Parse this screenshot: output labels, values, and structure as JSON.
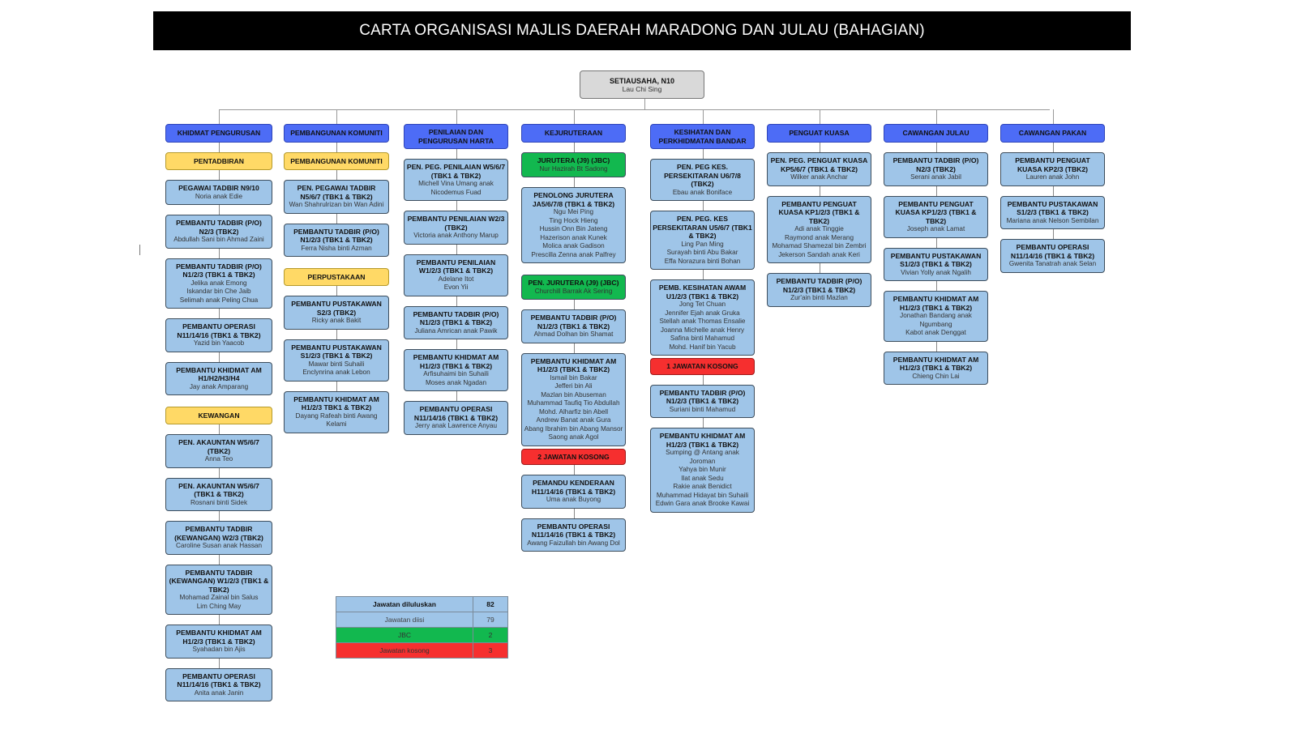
{
  "title": "CARTA ORGANISASI MAJLIS DAERAH MARADONG DAN JULAU (BAHAGIAN)",
  "root": {
    "title": "SETIAUSAHA, N10",
    "name": "Lau Chi Sing"
  },
  "colors": {
    "header": "#4d6cf6",
    "unit": "#ffd966",
    "position": "#9fc5e8",
    "jbc": "#12b84f",
    "vacant": "#f62f2f",
    "root": "#d9d9d9"
  },
  "columns": [
    {
      "header": "KHIDMAT PENGURUSAN",
      "items": [
        {
          "type": "unit",
          "title": "PENTADBIRAN",
          "names": []
        },
        {
          "type": "pos",
          "title": "PEGAWAI TADBIR N9/10",
          "names": [
            "Noria anak Edie"
          ]
        },
        {
          "type": "pos",
          "title": "PEMBANTU TADBIR (P/O) N2/3 (TBK2)",
          "names": [
            "Abdullah Sani bin Ahmad Zaini"
          ]
        },
        {
          "type": "pos",
          "title": "PEMBANTU TADBIR (P/O) N1/2/3 (TBK1 & TBK2)",
          "names": [
            "Jelika anak Emong",
            "Iskandar bin Che Jaib",
            "Selimah anak Peling Chua"
          ]
        },
        {
          "type": "pos",
          "title": "PEMBANTU OPERASI N11/14/16 (TBK1 & TBK2)",
          "names": [
            "Yazid bin Yaacob"
          ]
        },
        {
          "type": "pos",
          "title": "PEMBANTU KHIDMAT AM H1/H2/H3/H4",
          "names": [
            "Jay anak Amparang"
          ]
        },
        {
          "type": "unit",
          "title": "KEWANGAN",
          "names": [],
          "nolink": true
        },
        {
          "type": "pos",
          "title": "PEN. AKAUNTAN W5/6/7 (TBK2)",
          "names": [
            "Anna Teo"
          ]
        },
        {
          "type": "pos",
          "title": "PEN. AKAUNTAN W5/6/7 (TBK1 & TBK2)",
          "names": [
            "Rosnani binti Sidek"
          ]
        },
        {
          "type": "pos",
          "title": "PEMBANTU TADBIR (KEWANGAN) W2/3 (TBK2)",
          "names": [
            "Caroline Susan anak Hassan"
          ]
        },
        {
          "type": "pos",
          "title": "PEMBANTU TADBIR (KEWANGAN) W1/2/3 (TBK1 & TBK2)",
          "names": [
            "Mohamad Zainal bin Salus",
            "Lim Ching May"
          ]
        },
        {
          "type": "pos",
          "title": "PEMBANTU KHIDMAT AM H1/2/3 (TBK1 & TBK2)",
          "names": [
            "Syahadan bin Ajis"
          ]
        },
        {
          "type": "pos",
          "title": "PEMBANTU OPERASI N11/14/16 (TBK1 & TBK2)",
          "names": [
            "Anita anak Janin"
          ]
        }
      ]
    },
    {
      "header": "PEMBANGUNAN KOMUNITI",
      "items": [
        {
          "type": "unit",
          "title": "PEMBANGUNAN KOMUNITI",
          "names": []
        },
        {
          "type": "pos",
          "title": "PEN. PEGAWAI TADBIR N5/6/7 (TBK1 & TBK2)",
          "names": [
            "Wan Shahrulrizan bin Wan Adini"
          ]
        },
        {
          "type": "pos",
          "title": "PEMBANTU TADBIR (P/O) N1/2/3 (TBK1 & TBK2)",
          "names": [
            "Ferra Nisha binti Azman"
          ]
        },
        {
          "type": "unit",
          "title": "PERPUSTAKAAN",
          "names": [],
          "nolink": true
        },
        {
          "type": "pos",
          "title": "PEMBANTU PUSTAKAWAN S2/3 (TBK2)",
          "names": [
            "Ricky anak Bakit"
          ]
        },
        {
          "type": "pos",
          "title": "PEMBANTU PUSTAKAWAN S1/2/3 (TBK1 & TBK2)",
          "names": [
            "Mawar binti Suhaili",
            "Enclynrina anak Lebon"
          ]
        },
        {
          "type": "pos",
          "title": "PEMBANTU KHIDMAT AM H1/2/3 TBK1 & TBK2)",
          "names": [
            "Dayang Rafeah binti Awang Kelami"
          ]
        }
      ]
    },
    {
      "header": "PENILAIAN DAN PENGURUSAN HARTA",
      "items": [
        {
          "type": "pos",
          "title": "PEN. PEG. PENILAIAN W5/6/7 (TBK1 & TBK2)",
          "names": [
            "Michell Vina Umang anak Nicodemus Fuad"
          ]
        },
        {
          "type": "pos",
          "title": "PEMBANTU PENILAIAN W2/3 (TBK2)",
          "names": [
            "Victoria anak Anthony Marup"
          ]
        },
        {
          "type": "pos",
          "title": "PEMBANTU PENILAIAN W1/2/3 (TBK1 & TBK2)",
          "names": [
            "Adelane Itot",
            "Evon Yii"
          ]
        },
        {
          "type": "pos",
          "title": "PEMBANTU TADBIR (P/O) N1/2/3 (TBK1 & TBK2)",
          "names": [
            "Juliana Amrican anak Pawik"
          ]
        },
        {
          "type": "pos",
          "title": "PEMBANTU KHIDMAT AM H1/2/3 (TBK1 & TBK2)",
          "names": [
            "Arfisuhaimi bin Suhaili",
            "Moses anak Ngadan"
          ]
        },
        {
          "type": "pos",
          "title": "PEMBANTU OPERASI N11/14/16 (TBK1 & TBK2)",
          "names": [
            "Jerry anak Lawrence Anyau"
          ]
        }
      ]
    },
    {
      "header": "KEJURUTERAAN",
      "items": [
        {
          "type": "jbc",
          "title": "JURUTERA (J9) (JBC)",
          "names": [
            "Nur Hazirah Bt Sadong"
          ]
        },
        {
          "type": "pos",
          "title": "PENOLONG JURUTERA JA5/6/7/8 (TBK1 & TBK2)",
          "names": [
            "Ngu Mei Ping",
            "Ting Hock Hieng",
            "Hussin Onn Bin Jateng",
            "Hazerison anak Kunek",
            "Molica anak Gadison",
            "Prescilla Zenna anak Palfrey"
          ]
        },
        {
          "type": "jbc",
          "title": "PEN. JURUTERA (J9) (JBC)",
          "names": [
            "Churchill Barrak Ak Sering"
          ],
          "nolink": true
        },
        {
          "type": "pos",
          "title": "PEMBANTU TADBIR (P/O) N1/2/3 (TBK1 & TBK2)",
          "names": [
            "Ahmad Dolhan bin Shamat"
          ]
        },
        {
          "type": "pos",
          "title": "PEMBANTU KHIDMAT AM H1/2/3 (TBK1 & TBK2)",
          "names": [
            "Ismail bin Bakar",
            "Jefferi bin Ali",
            "Mazlan bin Abuseman",
            "Muhammad Taufiq Tio Abdullah",
            "Mohd. Alharfiz bin Abell",
            "Andrew Banat anak Gura",
            "Abang Ibrahim bin Abang Mansor",
            "Saong anak Agol"
          ]
        },
        {
          "type": "vacant",
          "title": "2 JAWATAN KOSONG",
          "names": [],
          "tight": true
        },
        {
          "type": "pos",
          "title": "PEMANDU KENDERAAN H11/14/16 (TBK1 & TBK2)",
          "names": [
            "Uma anak Buyong"
          ]
        },
        {
          "type": "pos",
          "title": "PEMBANTU OPERASI N11/14/16 (TBK1 & TBK2)",
          "names": [
            "Awang Faizullah bin Awang Dol"
          ]
        }
      ]
    },
    {
      "header": "KESIHATAN DAN PERKHIDMATAN BANDAR",
      "items": [
        {
          "type": "pos",
          "title": "PEN. PEG KES. PERSEKITARAN U6/7/8 (TBK2)",
          "names": [
            "Ebau anak Boniface"
          ]
        },
        {
          "type": "pos",
          "title": "PEN. PEG. KES PERSEKITARAN U5/6/7 (TBK1 & TBK2)",
          "names": [
            "Ling Pan Ming",
            "Surayah binti Abu Bakar",
            "Effa Norazura binti Bohan"
          ]
        },
        {
          "type": "pos",
          "title": "PEMB. KESIHATAN AWAM U1/2/3 (TBK1 & TBK2)",
          "names": [
            "Jong Tet Chuan",
            "Jennifer Ejah anak Gruka",
            "Stellah anak Thomas Ensalie",
            "Joanna Michelle anak Henry",
            "Safina binti Mahamud",
            "Mohd. Hanif bin Yacub"
          ]
        },
        {
          "type": "vacant",
          "title": "1 JAWATAN KOSONG",
          "names": [],
          "tight": true
        },
        {
          "type": "pos",
          "title": "PEMBANTU TADBIR (P/O) N1/2/3 (TBK1 & TBK2)",
          "names": [
            "Suriani binti Mahamud"
          ]
        },
        {
          "type": "pos",
          "title": "PEMBANTU KHIDMAT AM H1/2/3 (TBK1 & TBK2)",
          "names": [
            "Sumping @ Antang anak Joroman",
            "Yahya bin Munir",
            "Ilat anak Sedu",
            "Rakie anak Benidict",
            "Muhammad Hidayat bin Suhaili",
            "Edwin Gara anak Brooke Kawai"
          ]
        }
      ]
    },
    {
      "header": "PENGUAT KUASA",
      "items": [
        {
          "type": "pos",
          "title": "PEN. PEG. PENGUAT KUASA KP5/6/7 (TBK1 & TBK2)",
          "names": [
            "Wilker anak Anchar"
          ]
        },
        {
          "type": "pos",
          "title": "PEMBANTU PENGUAT KUASA KP1/2/3 (TBK1 & TBK2)",
          "names": [
            "Adi anak Tinggie",
            "Raymond anak Merang",
            "Mohamad Shamezal bin Zembri",
            "Jekerson Sandah anak Keri"
          ]
        },
        {
          "type": "pos",
          "title": "PEMBANTU TADBIR (P/O) N1/2/3 (TBK1 & TBK2)",
          "names": [
            "Zur'ain binti Mazlan"
          ]
        }
      ]
    },
    {
      "header": "CAWANGAN JULAU",
      "items": [
        {
          "type": "pos",
          "title": "PEMBANTU TADBIR (P/O) N2/3 (TBK2)",
          "names": [
            "Serani anak Jabil"
          ]
        },
        {
          "type": "pos",
          "title": "PEMBANTU PENGUAT KUASA KP1/2/3 (TBK1 & TBK2)",
          "names": [
            "Joseph anak Lamat"
          ]
        },
        {
          "type": "pos",
          "title": "PEMBANTU PUSTAKAWAN S1/2/3 (TBK1 & TBK2)",
          "names": [
            "Vivian Yolly anak Ngalih"
          ]
        },
        {
          "type": "pos",
          "title": "PEMBANTU KHIDMAT AM H1/2/3 (TBK1 & TBK2)",
          "names": [
            "Jonathan Bandang anak Ngumbang",
            "Kabot anak Denggat"
          ]
        },
        {
          "type": "pos",
          "title": "PEMBANTU KHIDMAT AM H1/2/3 (TBK1 & TBK2)",
          "names": [
            "Chieng Chin Lai"
          ]
        }
      ]
    },
    {
      "header": "CAWANGAN PAKAN",
      "items": [
        {
          "type": "pos",
          "title": "PEMBANTU PENGUAT KUASA KP2/3 (TBK2)",
          "names": [
            "Lauren anak John"
          ]
        },
        {
          "type": "pos",
          "title": "PEMBANTU PUSTAKAWAN S1/2/3 (TBK1 & TBK2)",
          "names": [
            "Mariana anak Nelson Sembilan"
          ]
        },
        {
          "type": "pos",
          "title": "PEMBANTU OPERASI N11/14/16 (TBK1 & TBK2)",
          "names": [
            "Gwenita Tanatrah anak Selan"
          ]
        }
      ]
    }
  ],
  "summary": [
    {
      "label": "Jawatan diluluskan",
      "value": "82"
    },
    {
      "label": "Jawatan diisi",
      "value": "79"
    },
    {
      "label": "JBC",
      "value": "2"
    },
    {
      "label": "Jawatan kosong",
      "value": "3"
    }
  ]
}
